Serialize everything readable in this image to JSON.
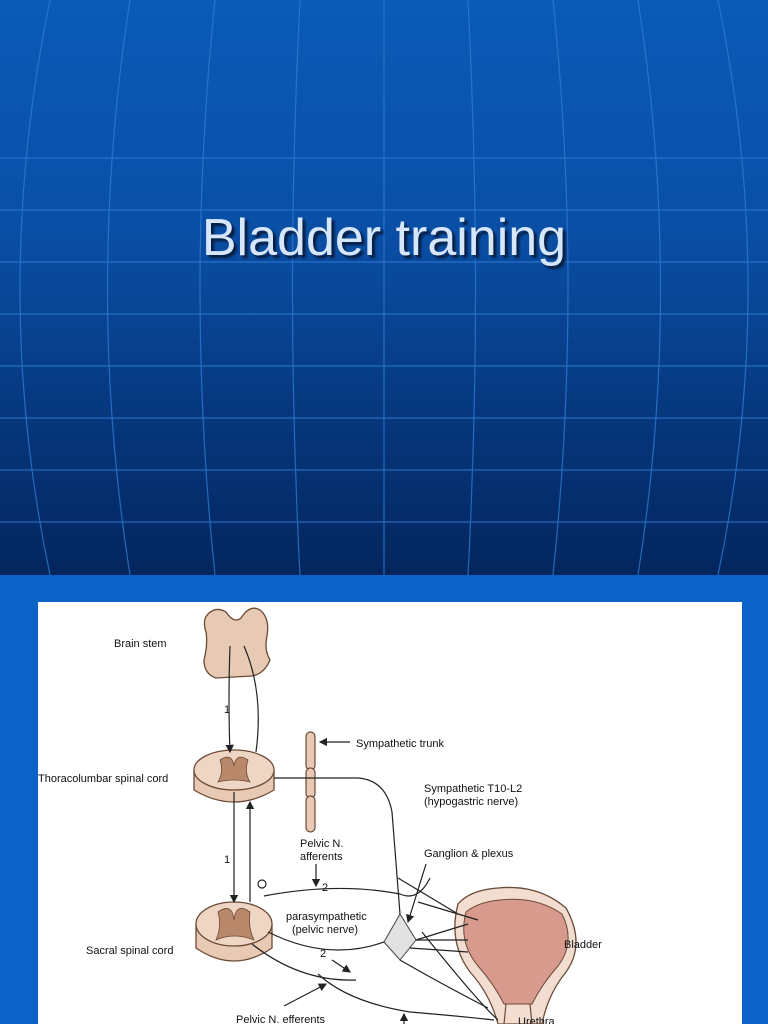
{
  "slide": {
    "title": "Bladder training"
  },
  "diagram": {
    "labels": {
      "brain_stem": "Brain stem",
      "sympathetic_trunk": "Sympathetic trunk",
      "thoracolumbar": "Thoracolumbar spinal cord",
      "sympathetic_line1": "Sympathetic T10-L2",
      "sympathetic_line2": "(hypogastric nerve)",
      "pelvic_afferents_line1": "Pelvic N.",
      "pelvic_afferents_line2": "afferents",
      "ganglion": "Ganglion & plexus",
      "parasympathetic_line1": "parasympathetic",
      "parasympathetic_line2": "(pelvic nerve)",
      "bladder": "Bladder",
      "sacral": "Sacral spinal cord",
      "pelvic_efferents": "Pelvic N. efferents",
      "urethra": "Urethra"
    },
    "numbers": {
      "n1_top": "1",
      "n1_mid": "1",
      "n2_afferent": "2",
      "n2_efferent": "2"
    }
  },
  "colors": {
    "tissue": "#e8c9b3",
    "grey_matter": "#b9876a",
    "bladder_fill": "#d99a8e",
    "line": "#222222"
  }
}
